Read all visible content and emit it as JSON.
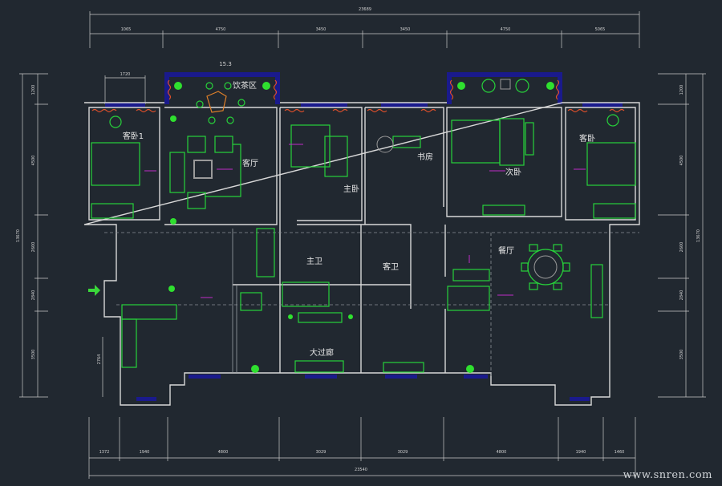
{
  "title_area": "15.3",
  "rooms": {
    "tea_area": "饮茶区",
    "guest_bedroom_1": "客卧1",
    "living_room": "客厅",
    "master_bedroom": "主卧",
    "study": "书房",
    "second_bedroom": "次卧",
    "guest_bedroom": "客卧",
    "master_bath": "主卫",
    "guest_bath": "客卫",
    "dining_room": "餐厅",
    "grand_corridor": "大过廊"
  },
  "dimensions": {
    "top_total": "23689",
    "top": [
      "1065",
      "4750",
      "3450",
      "3450",
      "4750",
      "5065"
    ],
    "top_small": "1720",
    "bottom": [
      "1372",
      "1940",
      "4800",
      "3029",
      "3029",
      "4800",
      "1940",
      "1460"
    ],
    "bottom_total": "23540",
    "left": [
      "1200",
      "4500",
      "2600",
      "2840",
      "3500"
    ],
    "left_total": "13670",
    "right": [
      "1200",
      "4500",
      "2600",
      "2840",
      "3500"
    ],
    "right_total": "13670",
    "inner_left": "2764"
  },
  "watermark": "www.snren.com",
  "colors": {
    "wall": "#d8d8d8",
    "furniture": "#27d23a",
    "window": "#1a1a8c",
    "curtain": "#e0502a",
    "marker": "#c02cc8"
  }
}
